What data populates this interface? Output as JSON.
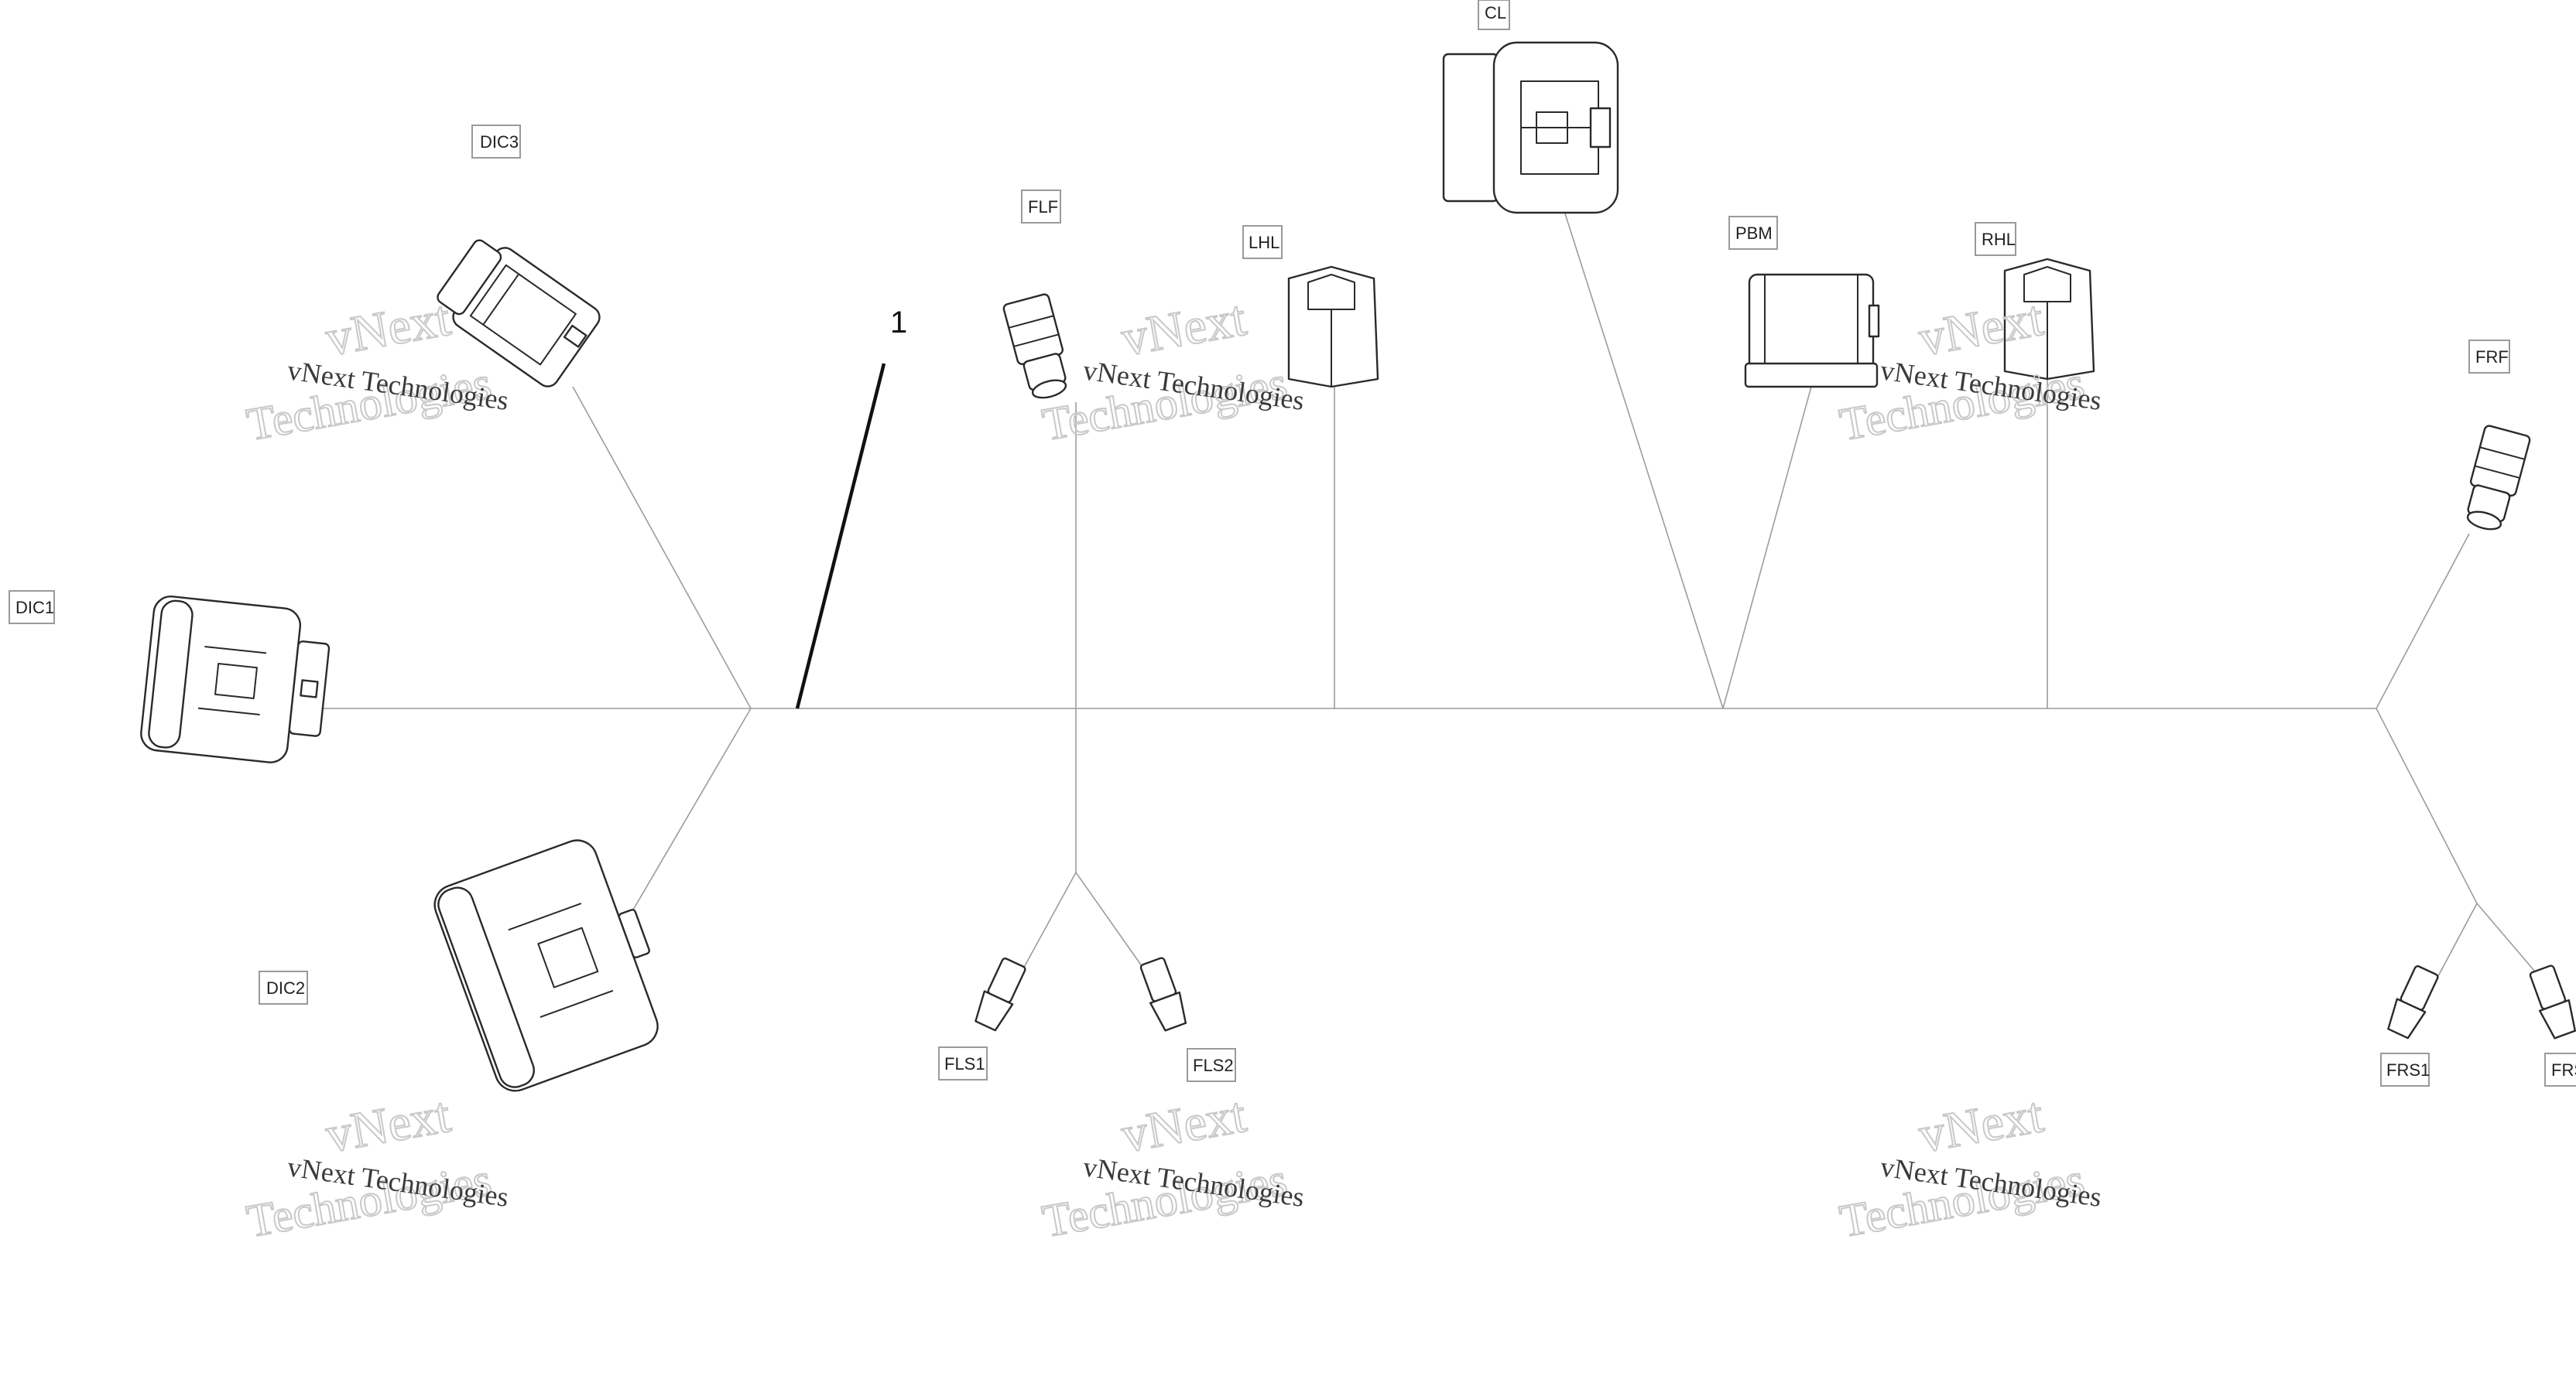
{
  "callout": "1",
  "labels": {
    "dic3": "DIC3",
    "dic1": "DIC1",
    "dic2": "DIC2",
    "flf": "FLF",
    "lhl": "LHL",
    "cl": "CL",
    "pbm": "PBM",
    "rhl": "RHL",
    "frf": "FRF",
    "fls1": "FLS1",
    "fls2": "FLS2",
    "frs1": "FRS1",
    "frs2": "FRS"
  },
  "watermark": {
    "line1": "vNext Technologies",
    "line2": "vNext",
    "line3": "Technologies"
  },
  "colors": {
    "line": "#2a2a2a",
    "wire": "#9c9c9c",
    "watermark": "#c9c9c9"
  }
}
